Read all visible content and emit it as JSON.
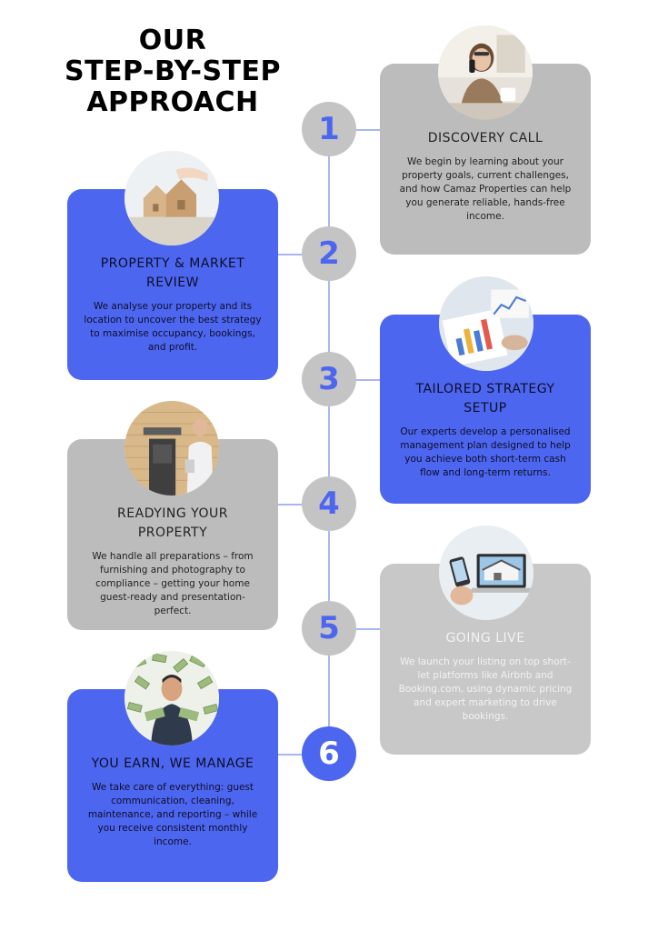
{
  "title": {
    "line1": "OUR",
    "line2": "STEP-BY-STEP",
    "line3": "APPROACH"
  },
  "steps": [
    {
      "number": "1",
      "title": "DISCOVERY CALL",
      "text": "We begin by learning about your property goals, current challenges, and how Camaz Properties can help you generate reliable, hands-free income.",
      "card_color": "#bcbcbc",
      "photo_icon": "phone-call-photo"
    },
    {
      "number": "2",
      "title": "PROPERTY & MARKET REVIEW",
      "text": "We analyse your property and its location to uncover the best strategy to maximise occupancy, bookings, and profit.",
      "card_color": "#4d66ef",
      "photo_icon": "house-model-photo"
    },
    {
      "number": "3",
      "title": "TAILORED STRATEGY SETUP",
      "text": "Our experts develop a personalised management plan designed to help you achieve both short-term cash flow and long-term returns.",
      "card_color": "#4d66ef",
      "photo_icon": "charts-photo"
    },
    {
      "number": "4",
      "title": "READYING YOUR PROPERTY",
      "text": "We handle all preparations – from furnishing and photography to compliance – getting your home guest-ready and presentation-perfect.",
      "card_color": "#bcbcbc",
      "photo_icon": "front-door-photo"
    },
    {
      "number": "5",
      "title": "GOING LIVE",
      "text": "We launch your listing on top short-let platforms like Airbnb and Booking.com, using dynamic pricing and expert marketing to drive bookings.",
      "card_color": "#c8c8c8",
      "photo_icon": "laptop-listing-photo"
    },
    {
      "number": "6",
      "title": "YOU EARN, WE MANAGE",
      "text": "We take care of everything: guest communication, cleaning, maintenance, and reporting – while you receive consistent monthly income.",
      "card_color": "#4d66ef",
      "photo_icon": "money-rain-photo"
    }
  ],
  "colors": {
    "accent": "#4d66ef",
    "gray": "#bcbcbc",
    "connector": "#a9b6f2"
  }
}
